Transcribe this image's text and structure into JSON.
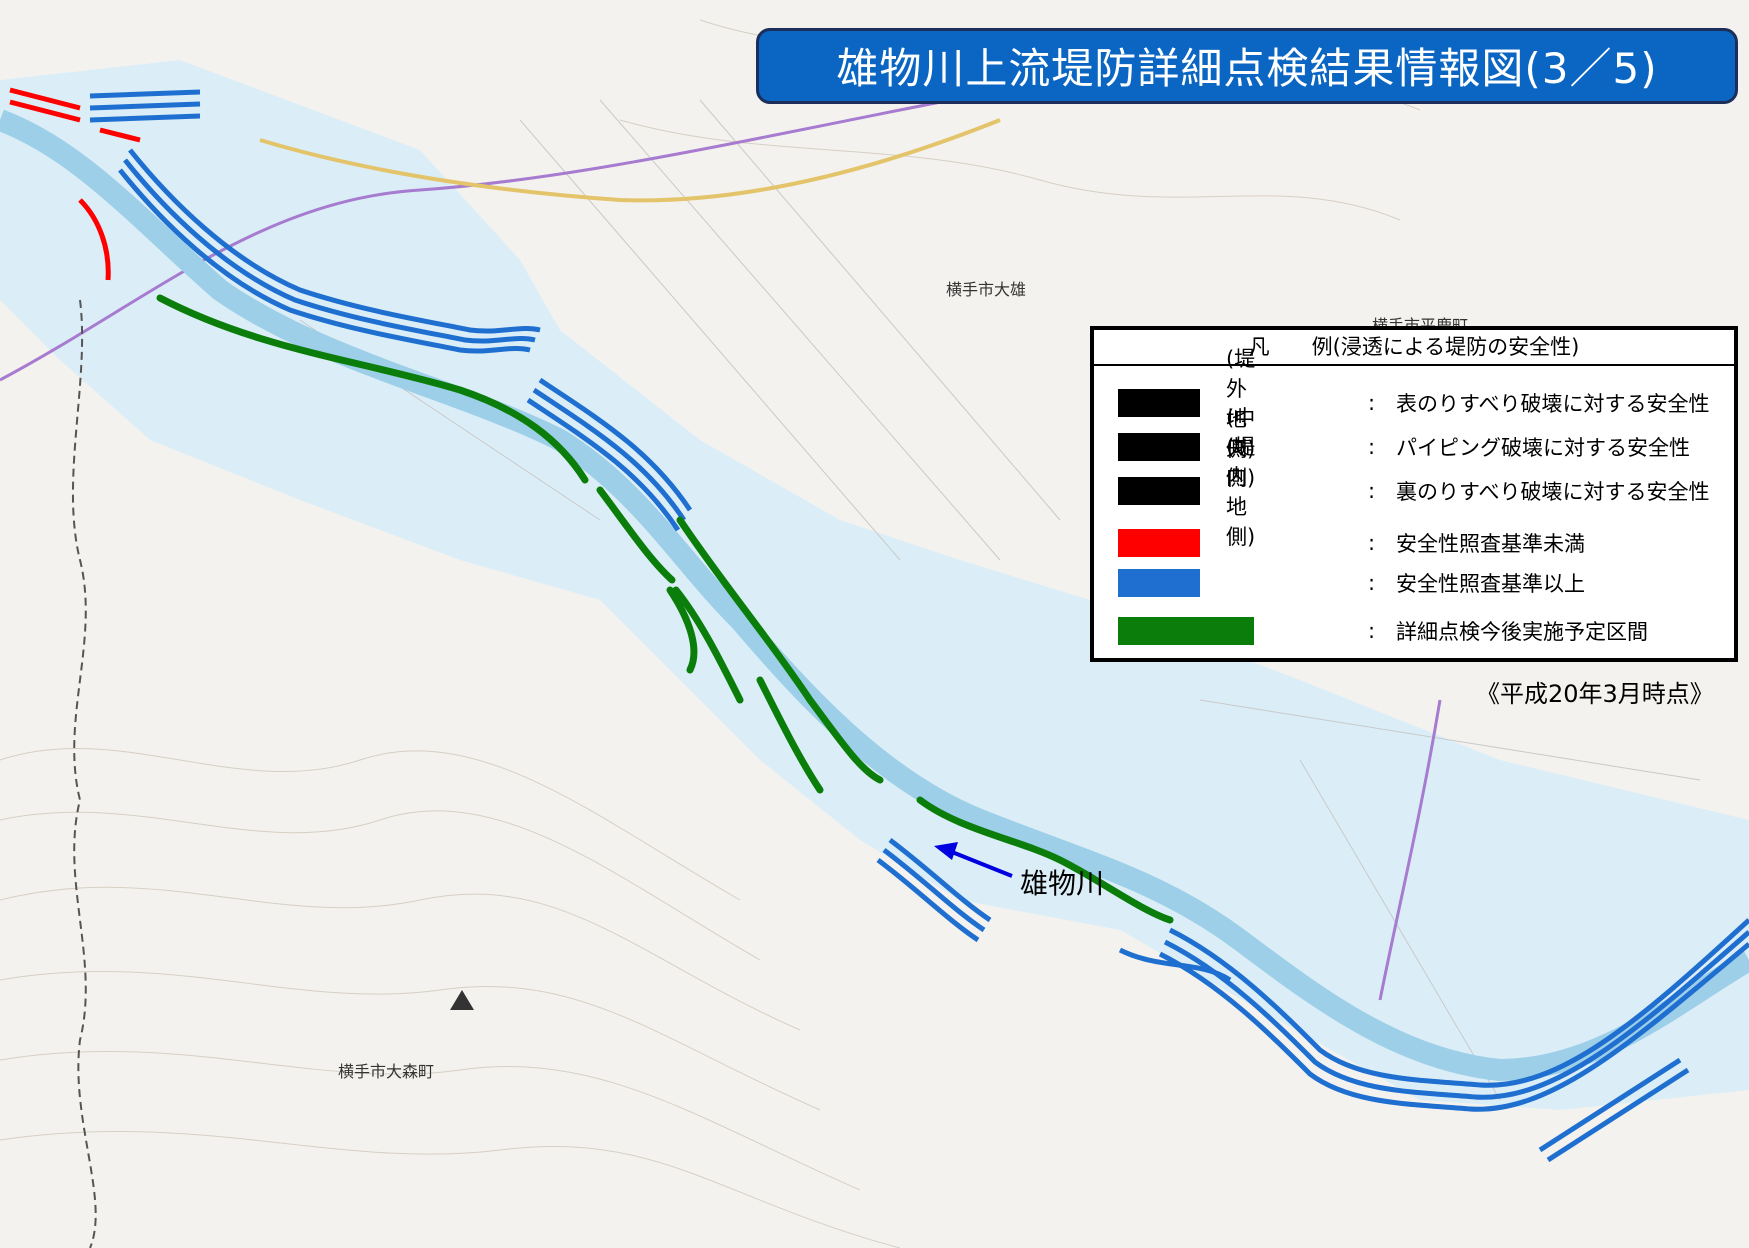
{
  "title": "雄物川上流堤防詳細点検結果情報図(3／5)",
  "legend": {
    "header": "凡　　例(浸透による堤防の安全性)",
    "items": [
      {
        "sub": "(堤外地側)",
        "colon": ":",
        "desc": "表のりすべり破壊に対する安全性",
        "color": "#000000"
      },
      {
        "sub": "(中央側)",
        "colon": ":",
        "desc": "パイピング破壊に対する安全性",
        "color": "#000000"
      },
      {
        "sub": "(堤内地側)",
        "colon": ":",
        "desc": "裏のりすべり破壊に対する安全性",
        "color": "#000000"
      },
      {
        "sub": "",
        "colon": ":",
        "desc": "安全性照査基準未満",
        "color": "#ff0000"
      },
      {
        "sub": "",
        "colon": ":",
        "desc": "安全性照査基準以上",
        "color": "#1f6fd1"
      },
      {
        "sub": "",
        "colon": ":",
        "desc": "詳細点検今後実施予定区間",
        "color": "#0a7d0a"
      }
    ]
  },
  "timestamp": "《平成20年3月時点》",
  "river_label": "雄物川",
  "place_labels": {
    "omori": "横手市大森町",
    "ogachi": "横手市大雄",
    "hiraka": "横手市平鹿町"
  },
  "colors": {
    "safe": "#1f6fd1",
    "unsafe": "#ff0000",
    "planned": "#0a7d0a",
    "title_bg": "#0a66c2"
  }
}
